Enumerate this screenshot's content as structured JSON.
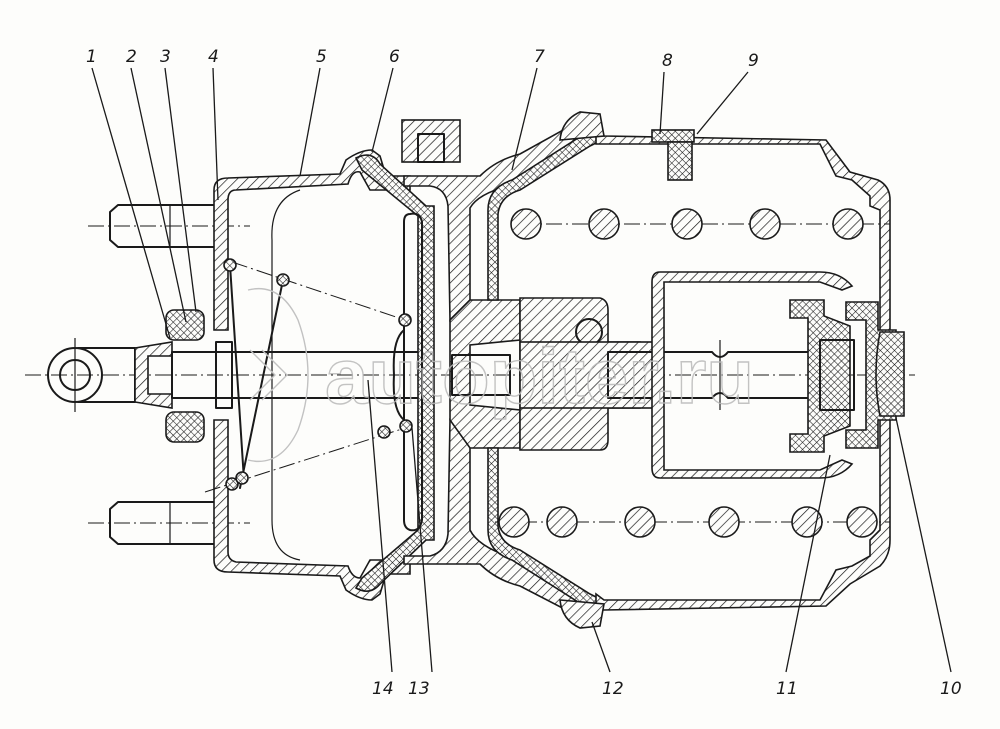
{
  "figure": {
    "subject": "Spring brake chamber cross-section",
    "watermark": "autopiter.ru",
    "callouts": [
      {
        "number": "1"
      },
      {
        "number": "2"
      },
      {
        "number": "3"
      },
      {
        "number": "4"
      },
      {
        "number": "5"
      },
      {
        "number": "6"
      },
      {
        "number": "7"
      },
      {
        "number": "8"
      },
      {
        "number": "9"
      },
      {
        "number": "10"
      },
      {
        "number": "11"
      },
      {
        "number": "12"
      },
      {
        "number": "13"
      },
      {
        "number": "14"
      }
    ]
  }
}
